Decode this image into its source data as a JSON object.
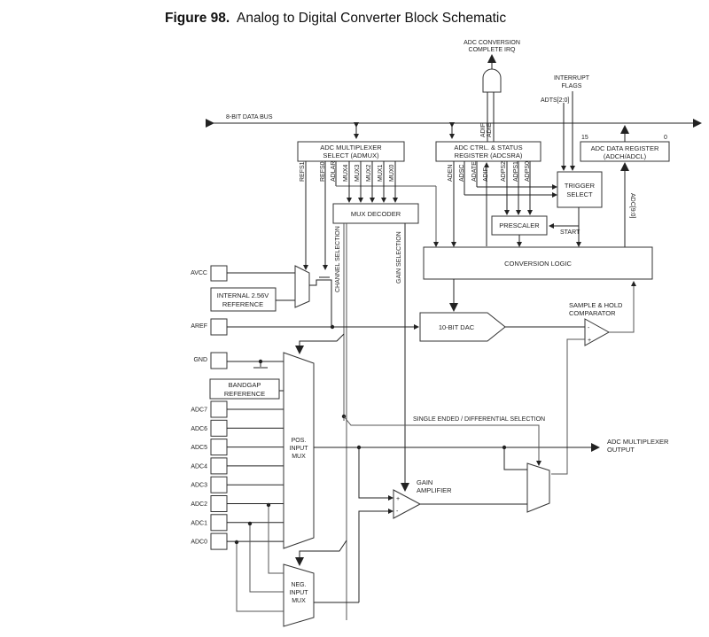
{
  "figure": {
    "number": "Figure 98.",
    "title": "Analog to Digital Converter Block Schematic"
  },
  "labels": {
    "irq": [
      "ADC CONVERSION",
      "COMPLETE IRQ"
    ],
    "interrupt_flags": [
      "INTERRUPT",
      "FLAGS"
    ],
    "adts": "ADTS[2:0]",
    "data_bus": "8-BIT DATA BUS",
    "admux": [
      "ADC MULTIPLEXER",
      "SELECT (ADMUX)"
    ],
    "adcsra": [
      "ADC CTRL. & STATUS",
      "REGISTER (ADCSRA)"
    ],
    "data_reg": [
      "ADC DATA REGISTER",
      "(ADCH/ADCL)"
    ],
    "data_reg_msb": "15",
    "data_reg_lsb": "0",
    "adc_bits": "ADC[9:0]",
    "admux_bits": [
      "REFS1",
      "REFS0",
      "ADLAR",
      "MUX4",
      "MUX3",
      "MUX2",
      "MUX1",
      "MUX0"
    ],
    "adcsra_bits": [
      "ADEN",
      "ADSC",
      "ADATE",
      "ADIF",
      "ADPS2",
      "ADPS1",
      "ADPS0"
    ],
    "irq_bits": [
      "ADIF",
      "ADIE"
    ],
    "trigger": [
      "TRIGGER",
      "SELECT"
    ],
    "prescaler": "PRESCALER",
    "start": "START",
    "mux_decoder": "MUX DECODER",
    "channel_selection": "CHANNEL SELECTION",
    "gain_selection": "GAIN SELECTION",
    "conversion_logic": "CONVERSION LOGIC",
    "dac": "10-BIT DAC",
    "comparator": [
      "SAMPLE & HOLD",
      "COMPARATOR"
    ],
    "int_ref": [
      "INTERNAL 2.56V",
      "REFERENCE"
    ],
    "bandgap": [
      "BANDGAP",
      "REFERENCE"
    ],
    "pins": [
      "AVCC",
      "AREF",
      "GND",
      "ADC7",
      "ADC6",
      "ADC5",
      "ADC4",
      "ADC3",
      "ADC2",
      "ADC1",
      "ADC0"
    ],
    "pos_mux": [
      "POS.",
      "INPUT",
      "MUX"
    ],
    "neg_mux": [
      "NEG.",
      "INPUT",
      "MUX"
    ],
    "single_diff": "SINGLE ENDED / DIFFERENTIAL SELECTION",
    "gain_amp": [
      "GAIN",
      "AMPLIFIER"
    ],
    "mux_output": [
      "ADC MULTIPLEXER",
      "OUTPUT"
    ],
    "plus": "+",
    "minus": "-"
  }
}
